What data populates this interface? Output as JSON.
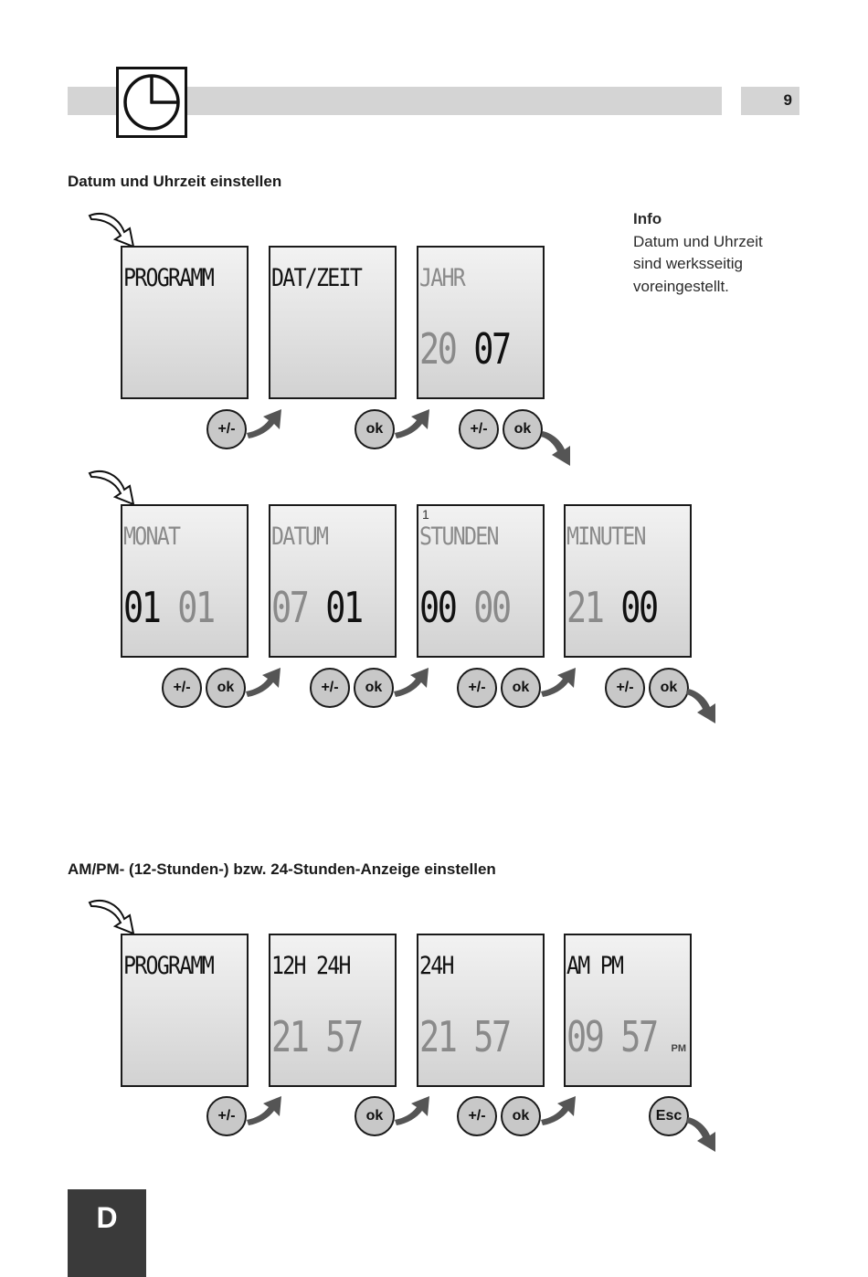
{
  "page_number": "9",
  "section1": {
    "heading": "Datum und Uhrzeit einstellen"
  },
  "info": {
    "title": "Info",
    "lines": [
      "Datum und Uhrzeit",
      "sind werksseitig",
      "voreingestellt."
    ]
  },
  "row1": [
    {
      "label": "PROGRAMM",
      "value_a": "",
      "value_b": "",
      "label_style": "dark"
    },
    {
      "label": "DAT/ZEIT",
      "value_a": "",
      "value_b": "",
      "label_style": "dark"
    },
    {
      "label": "JAHR",
      "value_a": "20",
      "value_b": "07",
      "label_style": "dim"
    }
  ],
  "row2": [
    {
      "label": "MONAT",
      "value_a": "01",
      "value_b": "01",
      "sup": ""
    },
    {
      "label": "DATUM",
      "value_a": "07",
      "value_b": "01",
      "sup": ""
    },
    {
      "label": "STUNDEN",
      "value_a": "00",
      "value_b": "00",
      "sup": "1"
    },
    {
      "label": "MINUTEN",
      "value_a": "21",
      "value_b": "00",
      "sup": ""
    }
  ],
  "section2": {
    "heading": "AM/PM- (12-Stunden-) bzw. 24-Stunden-Anzeige einstellen"
  },
  "row3": [
    {
      "label": "PROGRAMM",
      "value_a": "",
      "value_b": "",
      "suffix": ""
    },
    {
      "label": "12H 24H",
      "value_a": "21",
      "value_b": "57",
      "suffix": ""
    },
    {
      "label": "24H",
      "value_a": "21",
      "value_b": "57",
      "suffix": ""
    },
    {
      "label": "AM PM",
      "value_a": "09",
      "value_b": "57",
      "suffix": "PM"
    }
  ],
  "buttons": {
    "plus_minus": "+/-",
    "ok": "ok",
    "esc": "Esc"
  },
  "language_tab": "D",
  "icons": [
    "clock-icon",
    "pointer-arrow-icon",
    "next-arrow-icon"
  ]
}
